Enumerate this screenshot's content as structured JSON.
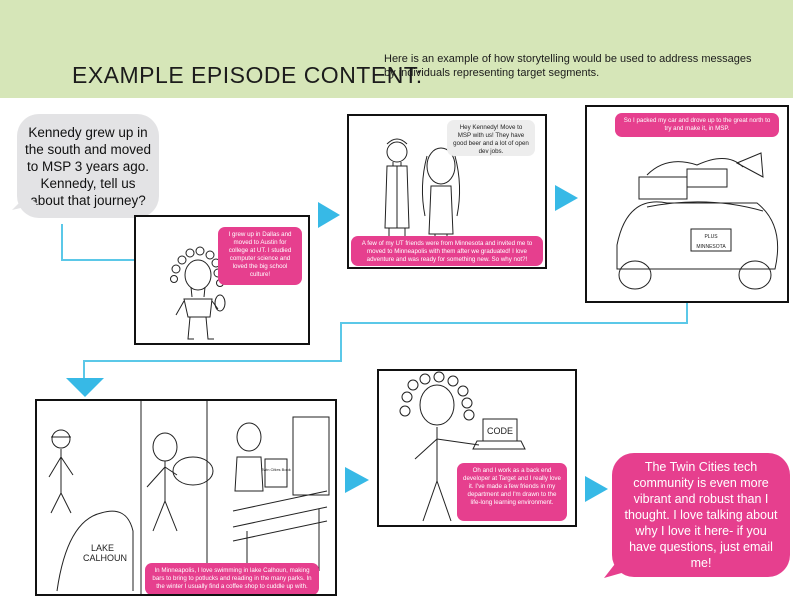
{
  "banner": {
    "title": "EXAMPLE EPISODE CONTENT:",
    "description": "Here is an example of how storytelling would be used to address messages by individuals representing target segments."
  },
  "intro_bubble": {
    "text": "Kennedy grew up in the south and moved to MSP 3 years ago. Kennedy, tell us about that journey?"
  },
  "panels": [
    {
      "caption": "I grew up in Dallas and moved to Austin for college at UT. I studied computer science and loved the big school culture!"
    },
    {
      "top_bubble": "Hey Kennedy! Move to MSP with us! They have good beer and a lot of open dev jobs.",
      "caption": "A few of my UT friends were from Minnesota and invited me to moved to Minneapolis with them after we graduated! I love adventure and was ready for something new. So why not?!"
    },
    {
      "caption": "So I packed my car and drove up to the great north to try and make it, in MSP.",
      "plate_top": "PLUS",
      "plate_bottom": "MINNESOTA"
    },
    {
      "caption": "In Minneapolis, I love swimming in lake Calhoun, making bars to bring to potlucks and reading in the many parks. In the winter I usually find a coffee shop to cuddle up with.",
      "lake_label_1": "LAKE",
      "lake_label_2": "CALHOUN",
      "book_label": "Twin Cities Book"
    },
    {
      "caption": "Oh and I work as a back end developer at Target and I really love it. I've made a few friends in my department and I'm drawn to the life-long learning environment.",
      "laptop_label": "CODE"
    }
  ],
  "final_bubble": {
    "text": "The Twin Cities tech community is even more vibrant and robust than I thought. I love talking about why I love it here- if you have questions, just email me!"
  },
  "colors": {
    "banner": "#d6e6b8",
    "accent": "#e63f8e",
    "connector": "#5bc8e8",
    "bubble_grey": "#e3e3e5"
  }
}
